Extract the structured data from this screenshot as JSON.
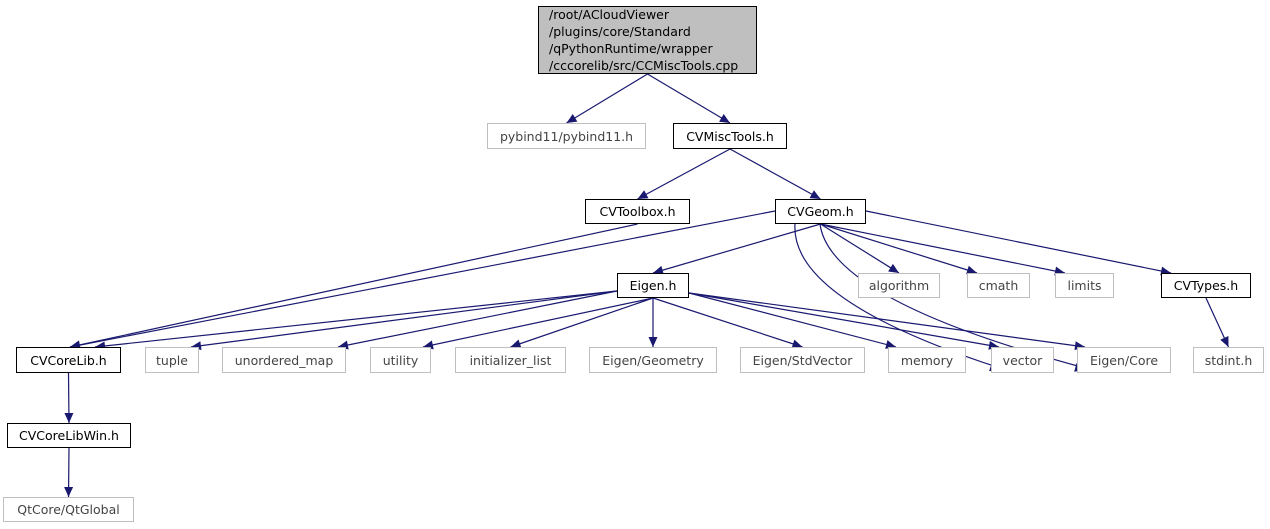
{
  "root": {
    "lines": [
      "/root/ACloudViewer",
      "/plugins/core/Standard",
      "/qPythonRuntime/wrapper",
      "/cccorelib/src/CCMiscTools.cpp"
    ]
  },
  "nodes": {
    "pybind": {
      "label": "pybind11/pybind11.h",
      "documented": false
    },
    "misc": {
      "label": "CVMiscTools.h",
      "documented": true
    },
    "toolbox": {
      "label": "CVToolbox.h",
      "documented": true
    },
    "geom": {
      "label": "CVGeom.h",
      "documented": true
    },
    "eigen": {
      "label": "Eigen.h",
      "documented": true
    },
    "algorithm": {
      "label": "algorithm",
      "documented": false
    },
    "cmath": {
      "label": "cmath",
      "documented": false
    },
    "limits": {
      "label": "limits",
      "documented": false
    },
    "types": {
      "label": "CVTypes.h",
      "documented": true
    },
    "corelib": {
      "label": "CVCoreLib.h",
      "documented": true
    },
    "tuple": {
      "label": "tuple",
      "documented": false
    },
    "umap": {
      "label": "unordered_map",
      "documented": false
    },
    "utility": {
      "label": "utility",
      "documented": false
    },
    "initlist": {
      "label": "initializer_list",
      "documented": false
    },
    "egeom": {
      "label": "Eigen/Geometry",
      "documented": false
    },
    "estd": {
      "label": "Eigen/StdVector",
      "documented": false
    },
    "memory": {
      "label": "memory",
      "documented": false
    },
    "vector": {
      "label": "vector",
      "documented": false
    },
    "ecore": {
      "label": "Eigen/Core",
      "documented": false
    },
    "stdint": {
      "label": "stdint.h",
      "documented": false
    },
    "corelibwin": {
      "label": "CVCoreLibWin.h",
      "documented": true
    },
    "qtglobal": {
      "label": "QtCore/QtGlobal",
      "documented": false
    }
  },
  "edges": [
    [
      "root",
      "pybind"
    ],
    [
      "root",
      "misc"
    ],
    [
      "misc",
      "toolbox"
    ],
    [
      "misc",
      "geom"
    ],
    [
      "toolbox",
      "corelib"
    ],
    [
      "geom",
      "corelib"
    ],
    [
      "geom",
      "eigen"
    ],
    [
      "geom",
      "algorithm"
    ],
    [
      "geom",
      "cmath"
    ],
    [
      "geom",
      "limits"
    ],
    [
      "geom",
      "types"
    ],
    [
      "geom",
      "vector"
    ],
    [
      "geom",
      "ecore"
    ],
    [
      "eigen",
      "corelib"
    ],
    [
      "eigen",
      "tuple"
    ],
    [
      "eigen",
      "umap"
    ],
    [
      "eigen",
      "utility"
    ],
    [
      "eigen",
      "initlist"
    ],
    [
      "eigen",
      "egeom"
    ],
    [
      "eigen",
      "estd"
    ],
    [
      "eigen",
      "memory"
    ],
    [
      "eigen",
      "vector"
    ],
    [
      "eigen",
      "ecore"
    ],
    [
      "types",
      "stdint"
    ],
    [
      "corelib",
      "corelibwin"
    ],
    [
      "corelibwin",
      "qtglobal"
    ]
  ],
  "colors": {
    "edge": "#191970",
    "root_fill": "#bfbfbf",
    "external_border": "#bfbfbf"
  }
}
